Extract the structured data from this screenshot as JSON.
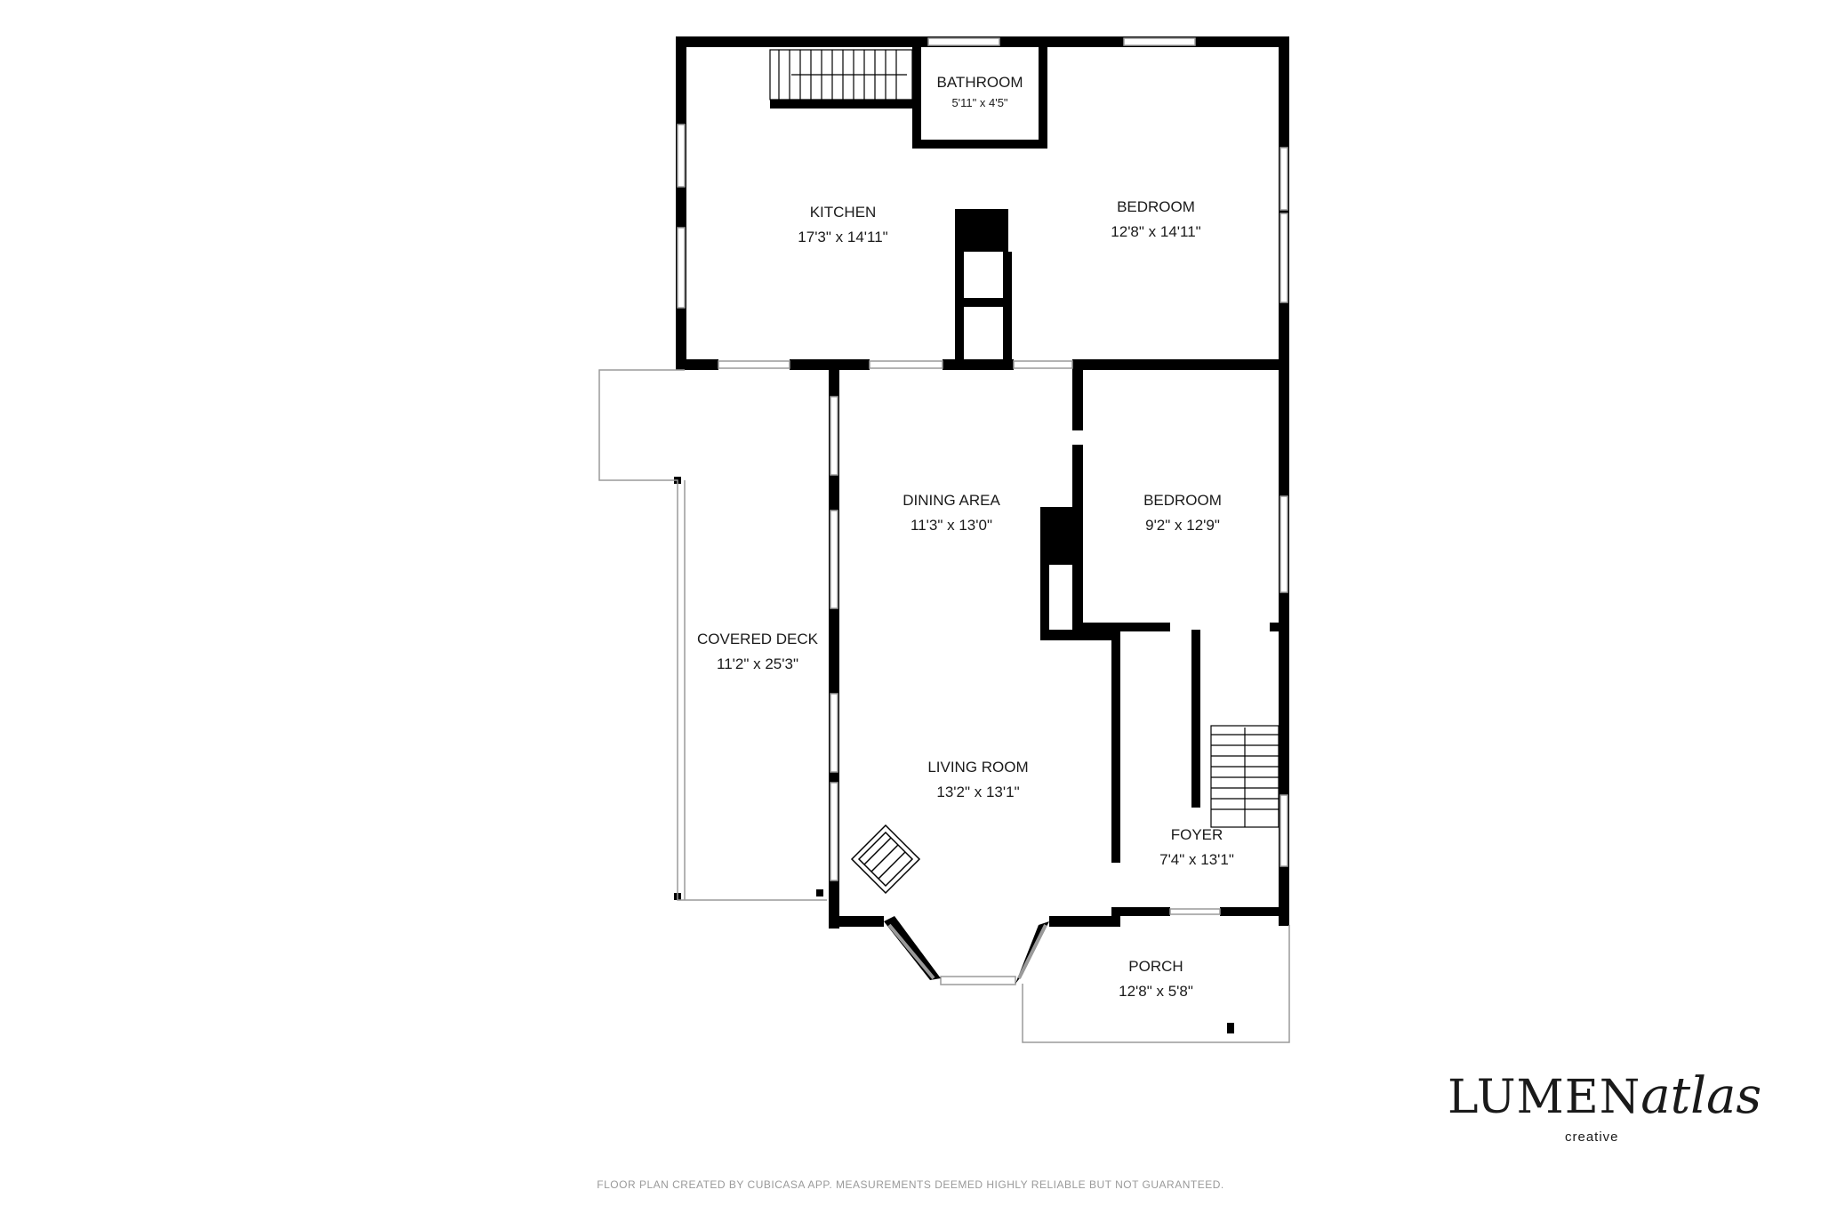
{
  "rooms": [
    {
      "key": "bathroom",
      "name": "BATHROOM",
      "dims": "5'11\" x 4'5\""
    },
    {
      "key": "kitchen",
      "name": "KITCHEN",
      "dims": "17'3\" x 14'11\""
    },
    {
      "key": "bedroom-north",
      "name": "BEDROOM",
      "dims": "12'8\" x 14'11\""
    },
    {
      "key": "dining-area",
      "name": "DINING AREA",
      "dims": "11'3\" x 13'0\""
    },
    {
      "key": "bedroom-east",
      "name": "BEDROOM",
      "dims": "9'2\" x 12'9\""
    },
    {
      "key": "covered-deck",
      "name": "COVERED DECK",
      "dims": "11'2\" x 25'3\""
    },
    {
      "key": "living-room",
      "name": "LIVING ROOM",
      "dims": "13'2\" x 13'1\""
    },
    {
      "key": "foyer",
      "name": "FOYER",
      "dims": "7'4\" x 13'1\""
    },
    {
      "key": "porch",
      "name": "PORCH",
      "dims": "12'8\" x 5'8\""
    }
  ],
  "logo": {
    "brand": "LUMEN",
    "script": "atlas",
    "tagline": "creative"
  },
  "footer": {
    "disclaimer": "FLOOR PLAN CREATED BY CUBICASA APP. MEASUREMENTS DEEMED HIGHLY RELIABLE BUT NOT GUARANTEED."
  },
  "colors": {
    "wall": "#000000",
    "window": "#bfbfbf",
    "text": "#1a1a1a",
    "footer": "#9a9a9a"
  }
}
